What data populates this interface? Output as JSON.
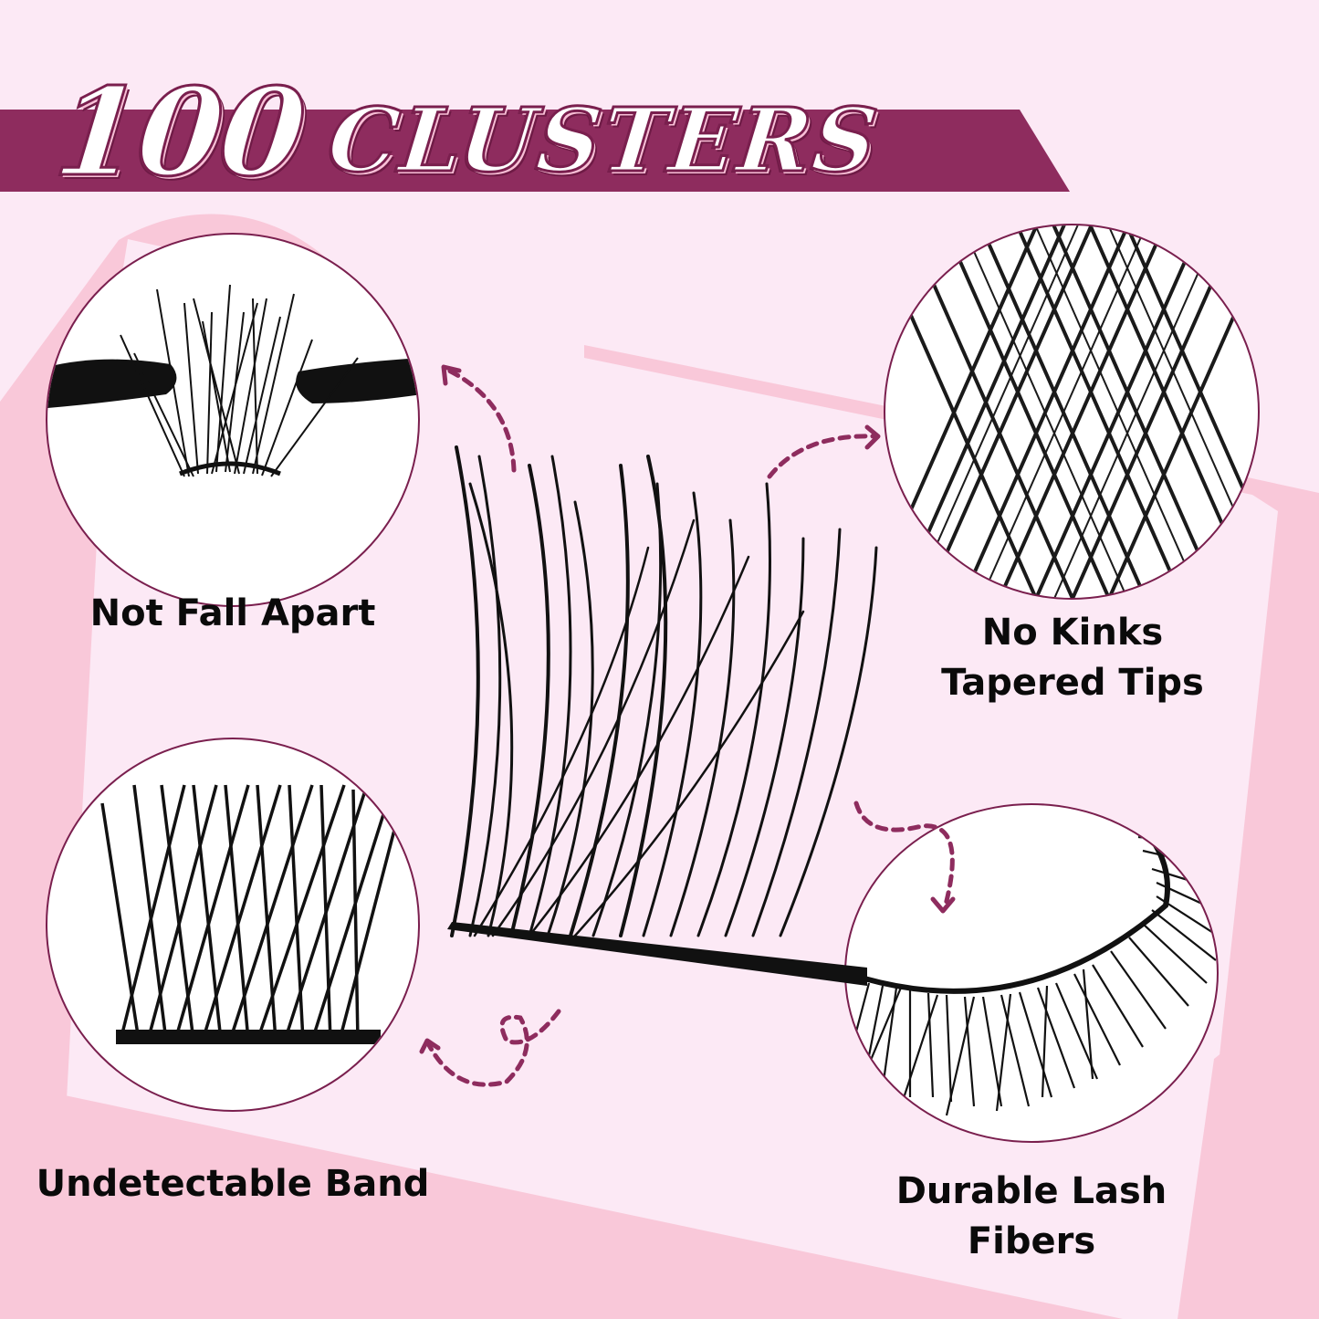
{
  "header": {
    "title_number": "100",
    "title_word": "CLUSTERS"
  },
  "colors": {
    "background": "#fce9f5",
    "shape_pink": "#f9c8d9",
    "banner_maroon": "#8e2c5e",
    "outline_maroon": "#7a1f4e",
    "text": "#0a0a0a"
  },
  "features": [
    {
      "id": "not-fall-apart",
      "lines": [
        "Not Fall Apart"
      ],
      "image": "lash-cluster-held-by-tweezers"
    },
    {
      "id": "no-kinks",
      "lines": [
        "No Kinks",
        "Tapered Tips"
      ],
      "image": "crisscross-lash-fibers-closeup"
    },
    {
      "id": "undetectable-band",
      "lines": [
        "Undetectable Band"
      ],
      "image": "lash-band-closeup"
    },
    {
      "id": "durable-fibers",
      "lines": [
        "Durable Lash",
        "Fibers"
      ],
      "image": "strip-lash-segments"
    }
  ],
  "center_product": {
    "image": "lash-cluster-product"
  }
}
